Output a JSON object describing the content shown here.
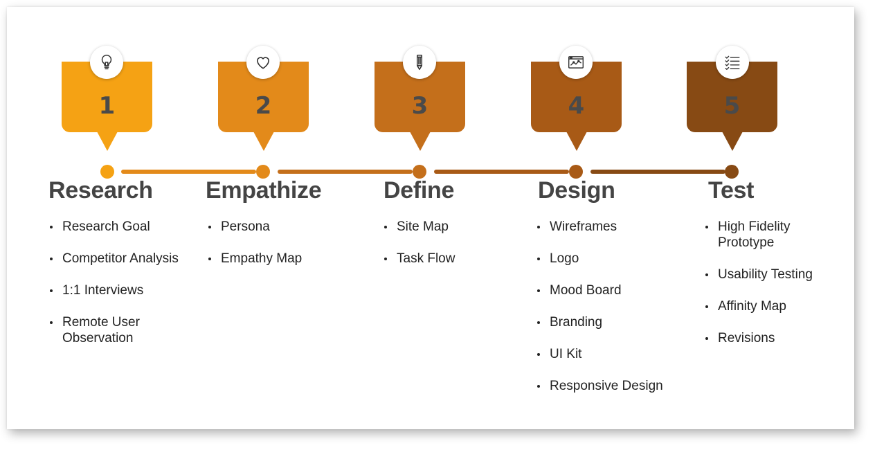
{
  "colors": {
    "stage1": "#f5a214",
    "stage2": "#e38a1a",
    "stage3": "#c46f1b",
    "stage4": "#a85a16",
    "stage5": "#874a14",
    "title_text": "#444444",
    "number_text": "#4a4a4a"
  },
  "stages": [
    {
      "number": "1",
      "title": "Research",
      "icon": "lightbulb-icon",
      "items": [
        "Research Goal",
        "Competitor Analysis",
        "1:1 Interviews",
        "Remote User Observation"
      ]
    },
    {
      "number": "2",
      "title": "Empathize",
      "icon": "heart-icon",
      "items": [
        "Persona",
        "Empathy Map"
      ]
    },
    {
      "number": "3",
      "title": "Define",
      "icon": "pencil-icon",
      "items": [
        "Site Map",
        "Task Flow"
      ]
    },
    {
      "number": "4",
      "title": "Design",
      "icon": "browser-chart-icon",
      "items": [
        "Wireframes",
        "Logo",
        "Mood Board",
        "Branding",
        "UI Kit",
        "Responsive Design"
      ]
    },
    {
      "number": "5",
      "title": "Test",
      "icon": "checklist-icon",
      "items": [
        "High Fidelity Prototype",
        "Usability Testing",
        "Affinity Map",
        "Revisions"
      ]
    }
  ]
}
